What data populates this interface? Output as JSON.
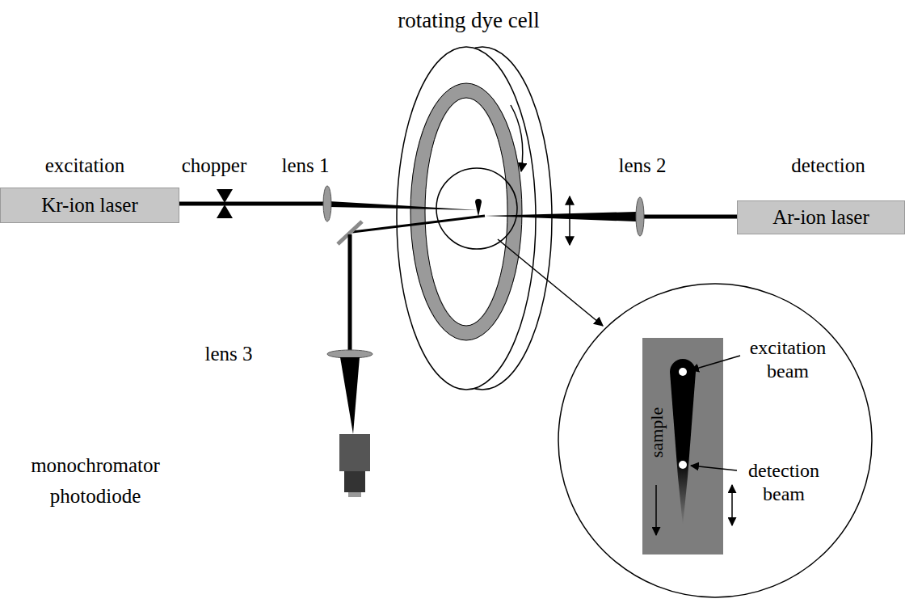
{
  "diagram": {
    "nodes": [
      {
        "text": [
          "Kr-ion laser"
        ]
      },
      {
        "text": [
          "Ar-ion laser"
        ]
      },
      {
        "text": [
          "excitation beam",
          "detection beam"
        ]
      },
      {
        "text": [
          "sample"
        ],
        "in": 2
      }
    ],
    "labels": [
      "rotating dye cell",
      "excitation",
      "chopper",
      "lens 1",
      "lens 2",
      "detection",
      "lens 3",
      "monochromator photodiode"
    ]
  }
}
